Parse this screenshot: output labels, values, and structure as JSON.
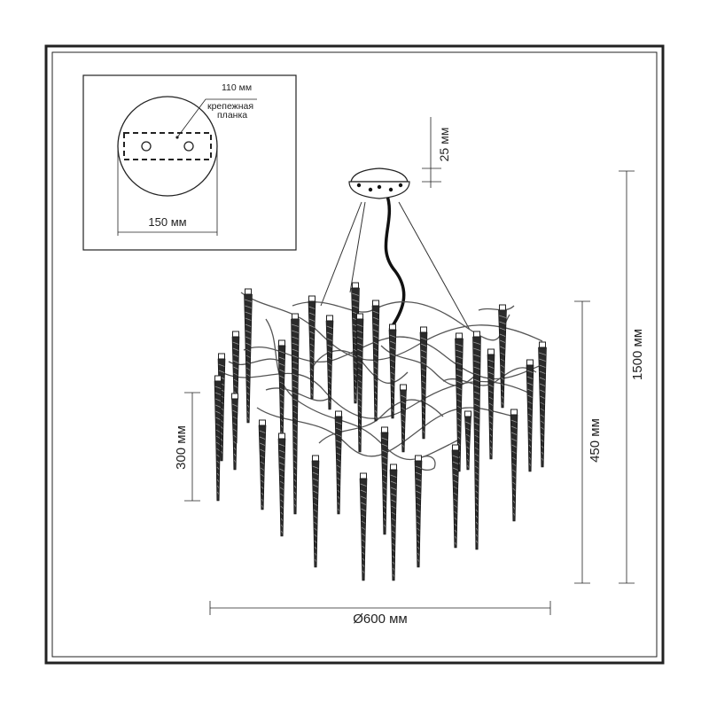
{
  "inset": {
    "plate_width_label": "110 мм",
    "plate_name_line1": "крепежная",
    "plate_name_line2": "планка",
    "canopy_diameter_label": "150 мм"
  },
  "dimensions": {
    "canopy_height": "25 мм",
    "total_height": "1500 мм",
    "body_height": "450 мм",
    "pendant_length": "300 мм",
    "diameter": "Ø600 мм"
  },
  "colors": {
    "line": "#222222",
    "crystal": "#2b2b2b",
    "crystal_highlight": "#9a9a9a",
    "wire": "#555555"
  }
}
